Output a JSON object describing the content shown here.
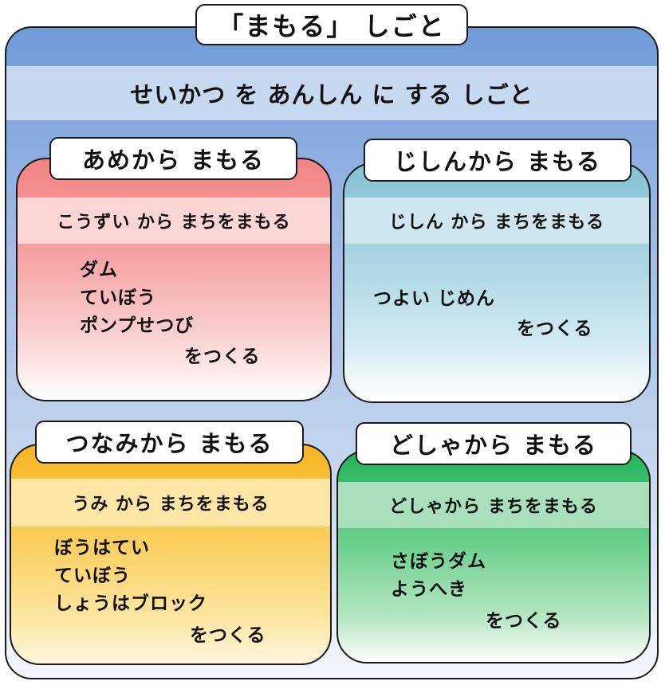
{
  "title": "「まもる」 しごと",
  "subtitle": "せいかつ を あんしん に する しごと",
  "panels": [
    {
      "label": "あめから まもる",
      "band": "こうずい から まちをまもる",
      "items": [
        "ダム",
        "ていぼう",
        "ポンプせつび"
      ],
      "suffix": "をつくる"
    },
    {
      "label": "じしんから まもる",
      "band": "じしん から まちをまもる",
      "items": [
        "つよい じめん"
      ],
      "suffix": "をつくる"
    },
    {
      "label": "つなみから まもる",
      "band": "うみ から まちをまもる",
      "items": [
        "ぼうはてい",
        "ていぼう",
        "しょうはブロック"
      ],
      "suffix": "をつくる"
    },
    {
      "label": "どしゃから まもる",
      "band": "どしゃから まちをまもる",
      "items": [
        "さぼうダム",
        "ようへき"
      ],
      "suffix": "をつくる"
    }
  ],
  "colors": {
    "outer": "#6f9bd8",
    "rain": "#f28484",
    "earthquake": "#86c2d2",
    "tsunami": "#f6b623",
    "debris": "#22b45a"
  }
}
